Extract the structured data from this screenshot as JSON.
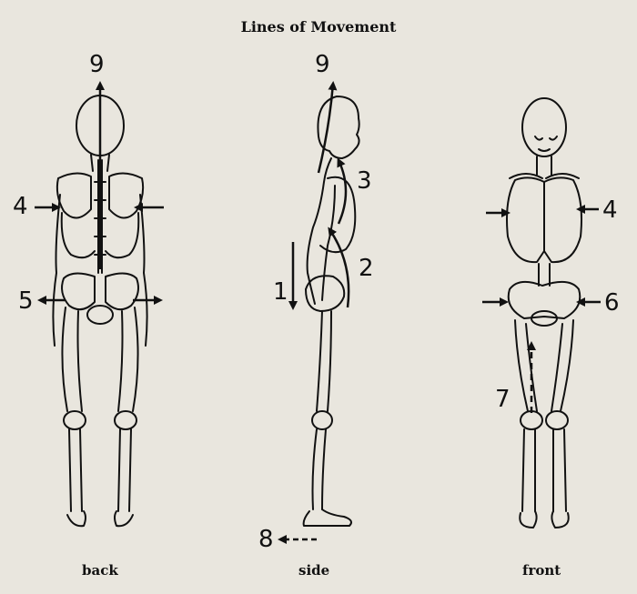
{
  "title": "Lines of Movement",
  "captions": {
    "back": "back",
    "side": "side",
    "front": "front"
  },
  "numbers": {
    "n9_back": "9",
    "n4_back": "4",
    "n5_back": "5",
    "n9_side": "9",
    "n3_side": "3",
    "n2_side": "2",
    "n1_side": "1",
    "n8_side": "8",
    "n4_front": "4",
    "n6_front": "6",
    "n7_front": "7"
  },
  "colors": {
    "background": "#e9e6de",
    "ink": "#111111"
  }
}
